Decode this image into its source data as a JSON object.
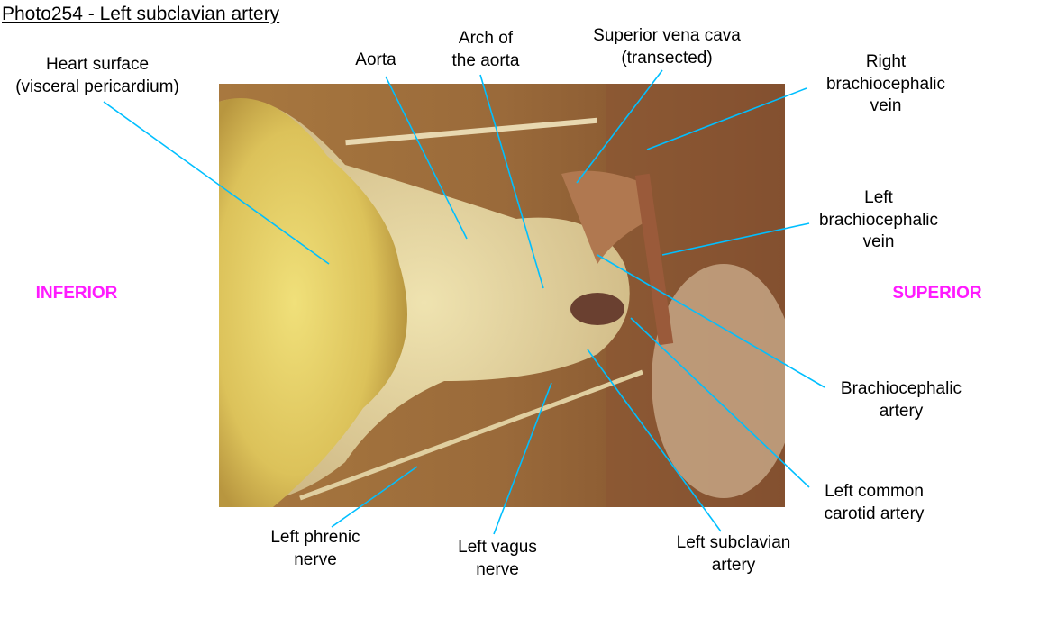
{
  "title": "Photo254 - Left subclavian artery",
  "orientation": {
    "left": "INFERIOR",
    "right": "SUPERIOR",
    "color": "#ff1aff"
  },
  "leader_color": "#00bfff",
  "labels": {
    "heart_surface": [
      "Heart surface",
      "(visceral pericardium)"
    ],
    "aorta": [
      "Aorta"
    ],
    "arch": [
      "Arch of",
      "the aorta"
    ],
    "svc": [
      "Superior vena cava",
      "(transected)"
    ],
    "rbv": [
      "Right",
      "brachiocephalic",
      "vein"
    ],
    "lbv": [
      "Left",
      "brachiocephalic",
      "vein"
    ],
    "bca": [
      "Brachiocephalic",
      "artery"
    ],
    "lcca": [
      "Left common",
      "carotid artery"
    ],
    "lsa": [
      "Left subclavian",
      "artery"
    ],
    "lvn": [
      "Left vagus",
      "nerve"
    ],
    "lpn": [
      "Left phrenic",
      "nerve"
    ]
  }
}
